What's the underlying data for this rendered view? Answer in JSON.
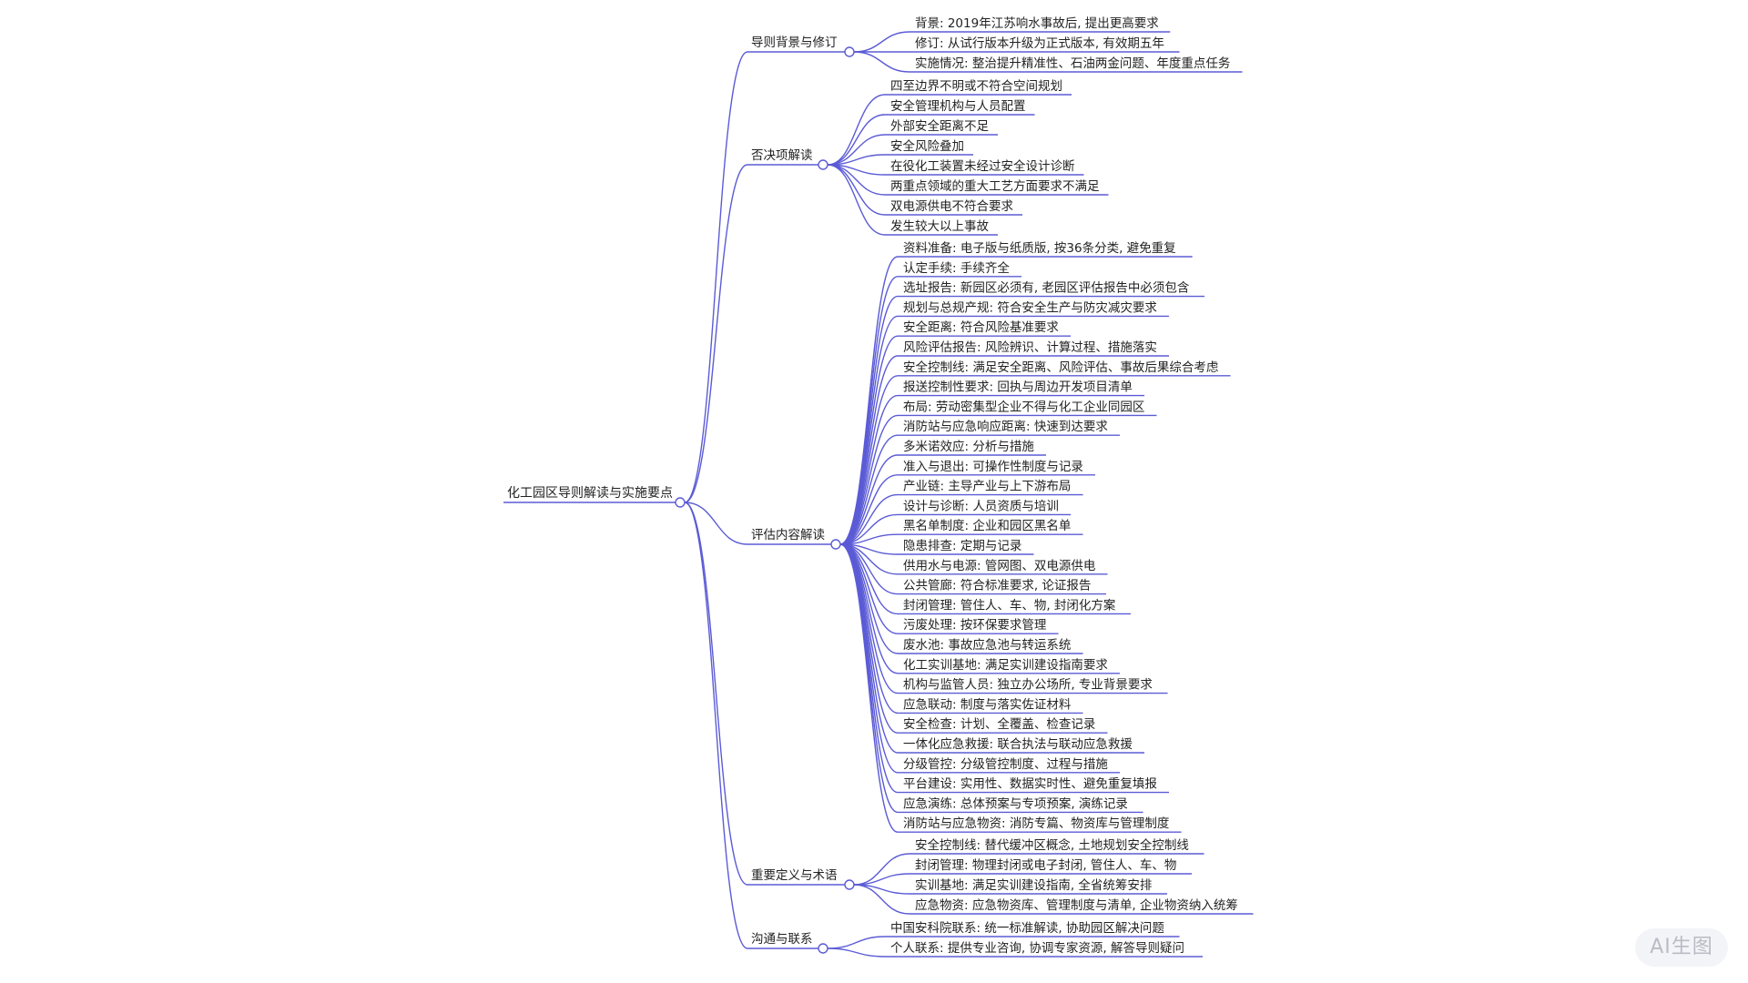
{
  "mindmap": {
    "root": "化工园区导则解读与实施要点",
    "branches": [
      {
        "label": "导则背景与修订",
        "children": [
          "背景: 2019年江苏响水事故后, 提出更高要求",
          "修订: 从试行版本升级为正式版本, 有效期五年",
          "实施情况: 整治提升精准性、石油两金问题、年度重点任务"
        ]
      },
      {
        "label": "否决项解读",
        "children": [
          "四至边界不明或不符合空间规划",
          "安全管理机构与人员配置",
          "外部安全距离不足",
          "安全风险叠加",
          "在役化工装置未经过安全设计诊断",
          "两重点领域的重大工艺方面要求不满足",
          "双电源供电不符合要求",
          "发生较大以上事故"
        ]
      },
      {
        "label": "评估内容解读",
        "children": [
          "资料准备: 电子版与纸质版, 按36条分类, 避免重复",
          "认定手续: 手续齐全",
          "选址报告: 新园区必须有, 老园区评估报告中必须包含",
          "规划与总规产规: 符合安全生产与防灾减灾要求",
          "安全距离: 符合风险基准要求",
          "风险评估报告: 风险辨识、计算过程、措施落实",
          "安全控制线: 满足安全距离、风险评估、事故后果综合考虑",
          "报送控制性要求: 回执与周边开发项目清单",
          "布局: 劳动密集型企业不得与化工企业同园区",
          "消防站与应急响应距离: 快速到达要求",
          "多米诺效应: 分析与措施",
          "准入与退出: 可操作性制度与记录",
          "产业链: 主导产业与上下游布局",
          "设计与诊断: 人员资质与培训",
          "黑名单制度: 企业和园区黑名单",
          "隐患排查: 定期与记录",
          "供用水与电源: 管网图、双电源供电",
          "公共管廊: 符合标准要求, 论证报告",
          "封闭管理: 管住人、车、物, 封闭化方案",
          "污废处理: 按环保要求管理",
          "废水池: 事故应急池与转运系统",
          "化工实训基地: 满足实训建设指南要求",
          "机构与监管人员: 独立办公场所, 专业背景要求",
          "应急联动: 制度与落实佐证材料",
          "安全检查: 计划、全覆盖、检查记录",
          "一体化应急救援: 联合执法与联动应急救援",
          "分级管控: 分级管控制度、过程与措施",
          "平台建设: 实用性、数据实时性、避免重复填报",
          "应急演练: 总体预案与专项预案, 演练记录",
          "消防站与应急物资: 消防专篇、物资库与管理制度"
        ]
      },
      {
        "label": "重要定义与术语",
        "children": [
          "安全控制线: 替代缓冲区概念, 土地规划安全控制线",
          "封闭管理: 物理封闭或电子封闭, 管住人、车、物",
          "实训基地: 满足实训建设指南, 全省统筹安排",
          "应急物资: 应急物资库、管理制度与清单, 企业物资纳入统筹"
        ]
      },
      {
        "label": "沟通与联系",
        "children": [
          "中国安科院联系: 统一标准解读, 协助园区解决问题",
          "个人联系: 提供专业咨询, 协调专家资源, 解答导则疑问"
        ]
      }
    ]
  },
  "colors": {
    "branch": "#5b5bd6",
    "text": "#222222"
  },
  "watermark": "AI生图"
}
